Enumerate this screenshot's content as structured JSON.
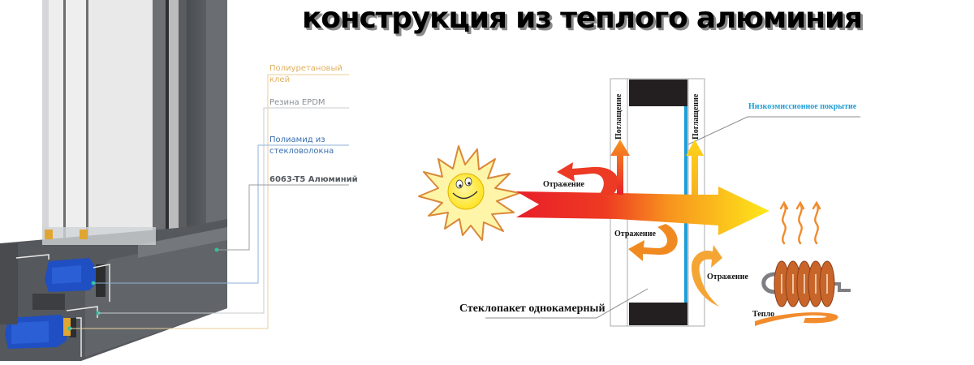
{
  "title": "конструкция из теплого алюминия",
  "profile_callouts": [
    {
      "id": "polyurethane",
      "line1": "Полиуретановый",
      "line2": "клей",
      "color": "#e0b060"
    },
    {
      "id": "epdm",
      "line1": "Резина EPDM",
      "line2": "",
      "color": "#8a8f96"
    },
    {
      "id": "polyamide",
      "line1": "Полиамид из",
      "line2": "стекловолокна",
      "color": "#3a6fb0"
    },
    {
      "id": "aluminium",
      "line1": "6063-T5 Алюминий",
      "line2": "",
      "color": "#555a60"
    }
  ],
  "glazing_diagram": {
    "absorption_left": "Поглащение",
    "absorption_right": "Поглащение",
    "low_e_coating": "Низкоэмиссионное покрытие",
    "reflection_outer": "Отражение",
    "reflection_inner": "Отражение",
    "reflection_room": "Отражение",
    "unit_label": "Стеклопакет однокамерный",
    "heat_label": "Тепло"
  },
  "colors": {
    "low_e": "#1e9fd6",
    "arrow_red": "#e8202a",
    "arrow_yellow": "#ffe21a",
    "radiator": "#c8652a",
    "spacer": "#231f20",
    "frame_gray": "#5e6166",
    "gasket_blue": "#1f4fc2"
  }
}
